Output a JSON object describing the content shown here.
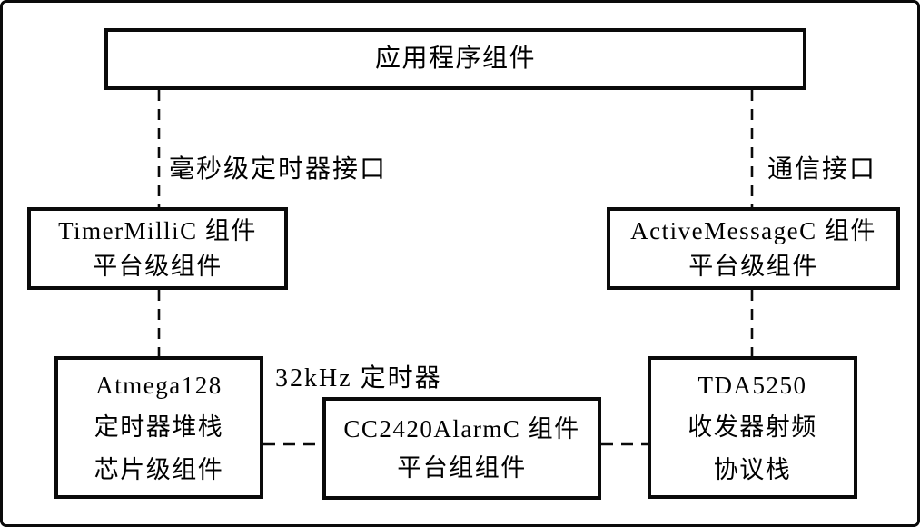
{
  "diagram": {
    "boxes": {
      "application": {
        "lines": [
          "应用程序组件"
        ]
      },
      "timer_millic": {
        "lines": [
          "TimerMilliC 组件",
          "平台级组件"
        ]
      },
      "active_messagec": {
        "lines": [
          "ActiveMessageC 组件",
          "平台级组件"
        ]
      },
      "atmega128": {
        "lines": [
          "Atmega128",
          "定时器堆栈",
          "芯片级组件"
        ]
      },
      "cc2420_alarmc": {
        "lines": [
          "CC2420AlarmC 组件",
          "平台组组件"
        ]
      },
      "tda5250": {
        "lines": [
          "TDA5250",
          "收发器射频",
          "协议栈"
        ]
      }
    },
    "edge_labels": {
      "millisecond_timer_interface": "毫秒级定时器接口",
      "communication_interface": "通信接口",
      "timer_32khz": "32kHz 定时器"
    },
    "colors": {
      "line": "#0a0a0a",
      "text": "#000000",
      "background": "#ffffff"
    }
  }
}
